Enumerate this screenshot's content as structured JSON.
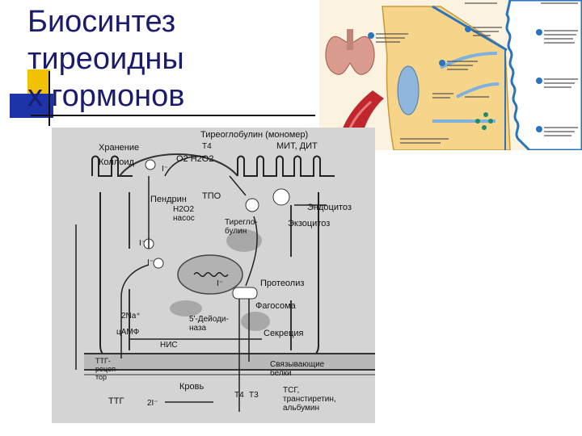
{
  "slide": {
    "title": "Биосинтез\nтиреоидны\nх гормонов"
  },
  "colors": {
    "title_text": "#1a1a6e",
    "accent_yellow": "#f2c200",
    "accent_blue": "#1d33a8",
    "cell_yellow": "#f6d58a",
    "colloid_blue": "#2a74bf",
    "vessel_red": "#c0272d",
    "grey_scan": "#d4d4d4"
  },
  "diagram_labels": {
    "tg_monomer": "Тиреоглобулин (мономер)",
    "t4": "T4",
    "mit_dit": "МИТ, ДИТ",
    "storage": "Хранение",
    "colloid": "Коллоид",
    "o2_h2o2": "O2 H2O2",
    "i_minus_1": "I⁻",
    "i_minus_2": "I⁻",
    "i_minus_3": "I⁻",
    "i_minus_4": "I⁻",
    "pendrin": "Пендрин",
    "tpo": "ТПО",
    "h2o2_pump": "H2O2\nнасос",
    "endocytosis": "Эндоцитоз",
    "exocytosis": "Экзоцитоз",
    "tg_short": "Тирегло-\nбулин",
    "proteolysis": "Протеолиз",
    "phagosome": "Фагосома",
    "two_na": "2Na⁺",
    "deiodinase": "5'-Дейоди-\nназа",
    "camp": "цАМФ",
    "secretion": "Секреция",
    "nis": "НИС",
    "receptor": "ТТГ-\nрецеп-\nтор",
    "binding_proteins": "Связывающие\nбелки",
    "blood": "Кровь",
    "tsh": "ТТГ",
    "two_i": "2I⁻",
    "t4_bottom": "T4",
    "t3_bottom": "T3",
    "carriers": "ТСГ,\nтранстиретин,\nальбумин"
  }
}
